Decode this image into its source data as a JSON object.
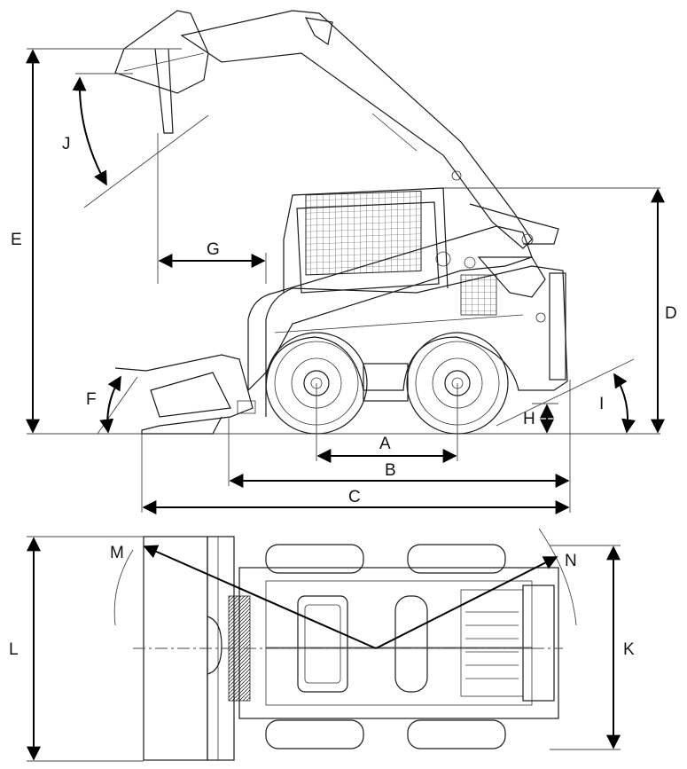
{
  "diagram": {
    "side_view": {
      "dimensions": {
        "A": "A",
        "B": "B",
        "C": "C",
        "D": "D",
        "E": "E",
        "F": "F",
        "G": "G",
        "H": "H",
        "I": "I",
        "J": "J"
      }
    },
    "top_view": {
      "dimensions": {
        "K": "K",
        "L": "L",
        "M": "M",
        "N": "N"
      }
    }
  }
}
